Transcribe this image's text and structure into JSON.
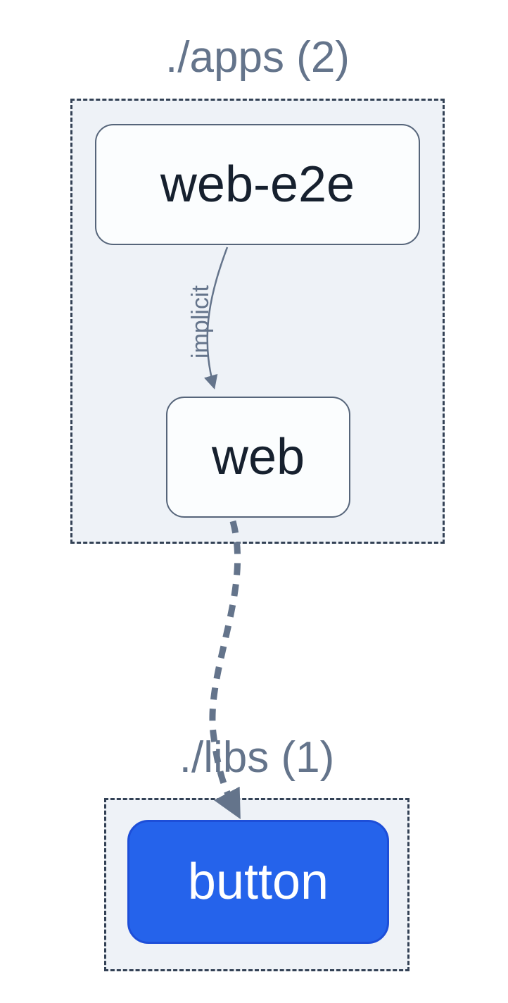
{
  "diagram": {
    "type": "project-dependency-graph",
    "groups": [
      {
        "id": "apps",
        "title": "./apps (2)",
        "count": 2,
        "nodes": [
          {
            "id": "web-e2e",
            "label": "web-e2e",
            "highlighted": false
          },
          {
            "id": "web",
            "label": "web",
            "highlighted": false
          }
        ]
      },
      {
        "id": "libs",
        "title": "./libs (1)",
        "count": 1,
        "nodes": [
          {
            "id": "button",
            "label": "button",
            "highlighted": true
          }
        ]
      }
    ],
    "edges": [
      {
        "from": "web-e2e",
        "to": "web",
        "label": "implicit",
        "style": "solid-thin"
      },
      {
        "from": "web",
        "to": "button",
        "label": "",
        "style": "dashed-thick"
      }
    ],
    "colors": {
      "group_background": "#eef2f7",
      "group_border": "#334155",
      "node_background": "#fbfdfe",
      "node_border": "#56657a",
      "node_text": "#16202e",
      "group_title_text": "#64748b",
      "edge": "#64748b",
      "highlight_background": "#2563eb",
      "highlight_border": "#1d4ed8",
      "highlight_text": "#ffffff"
    }
  }
}
